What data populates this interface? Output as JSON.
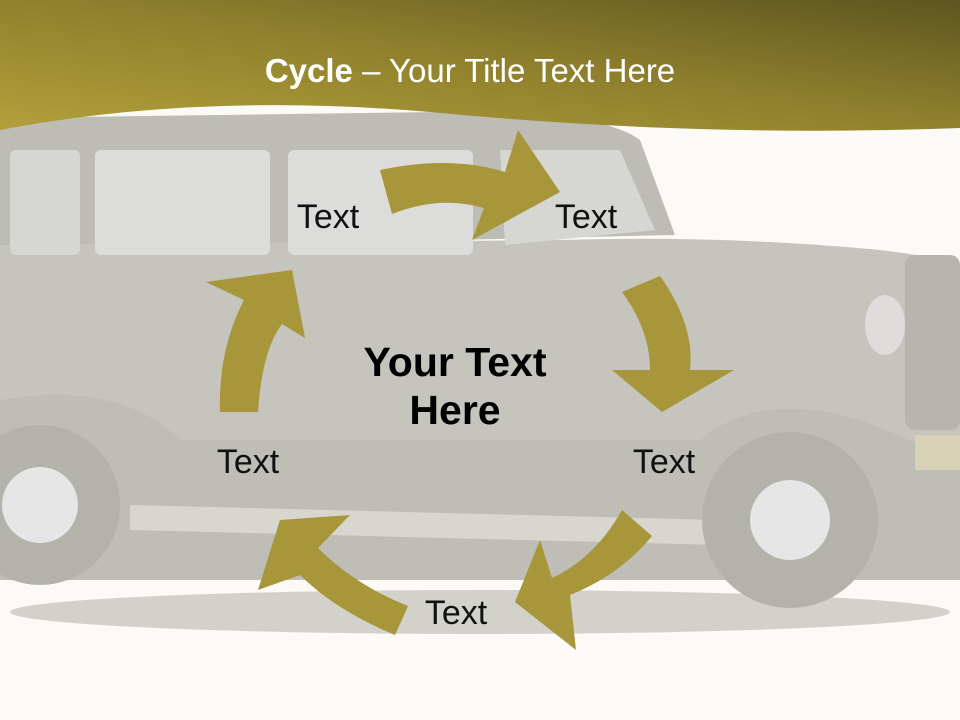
{
  "slide": {
    "title_bold": "Cycle",
    "title_rest": " – Your Title Text Here",
    "center_line1": "Your Text",
    "center_line2": "Here",
    "nodes": [
      "Text",
      "Text",
      "Text",
      "Text",
      "Text"
    ]
  },
  "colors": {
    "header_dark": "#6b5f22",
    "header_light": "#b09c3a",
    "arrow": "#a8963a",
    "car_body": "#c7c6bf",
    "background": "#fbfaf6"
  }
}
